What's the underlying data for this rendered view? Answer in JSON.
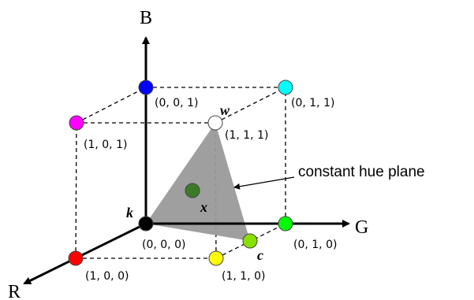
{
  "axes": {
    "r_label": "R",
    "g_label": "G",
    "b_label": "B"
  },
  "vertices": {
    "origin": {
      "coord": "(0, 0, 0)",
      "color": "#000000"
    },
    "red": {
      "coord": "(1, 0, 0)",
      "color": "#ff0000"
    },
    "green": {
      "coord": "(0, 1, 0)",
      "color": "#00ff00"
    },
    "blue": {
      "coord": "(0, 0, 1)",
      "color": "#0000ff"
    },
    "yellow": {
      "coord": "(1, 1, 0)",
      "color": "#ffff00"
    },
    "magenta": {
      "coord": "(1, 0, 1)",
      "color": "#ff00ff"
    },
    "cyan": {
      "coord": "(0, 1, 1)",
      "color": "#00ffff"
    },
    "white": {
      "coord": "(1, 1, 1)",
      "color": "#ffffff"
    }
  },
  "points": {
    "k_label": "k",
    "w_label": "w",
    "x_label": "x",
    "c_label": "c",
    "x_color": "#3c7a28",
    "c_color": "#88e000"
  },
  "plane": {
    "label": "constant hue plane",
    "fill_color": "#9a9a9a"
  }
}
